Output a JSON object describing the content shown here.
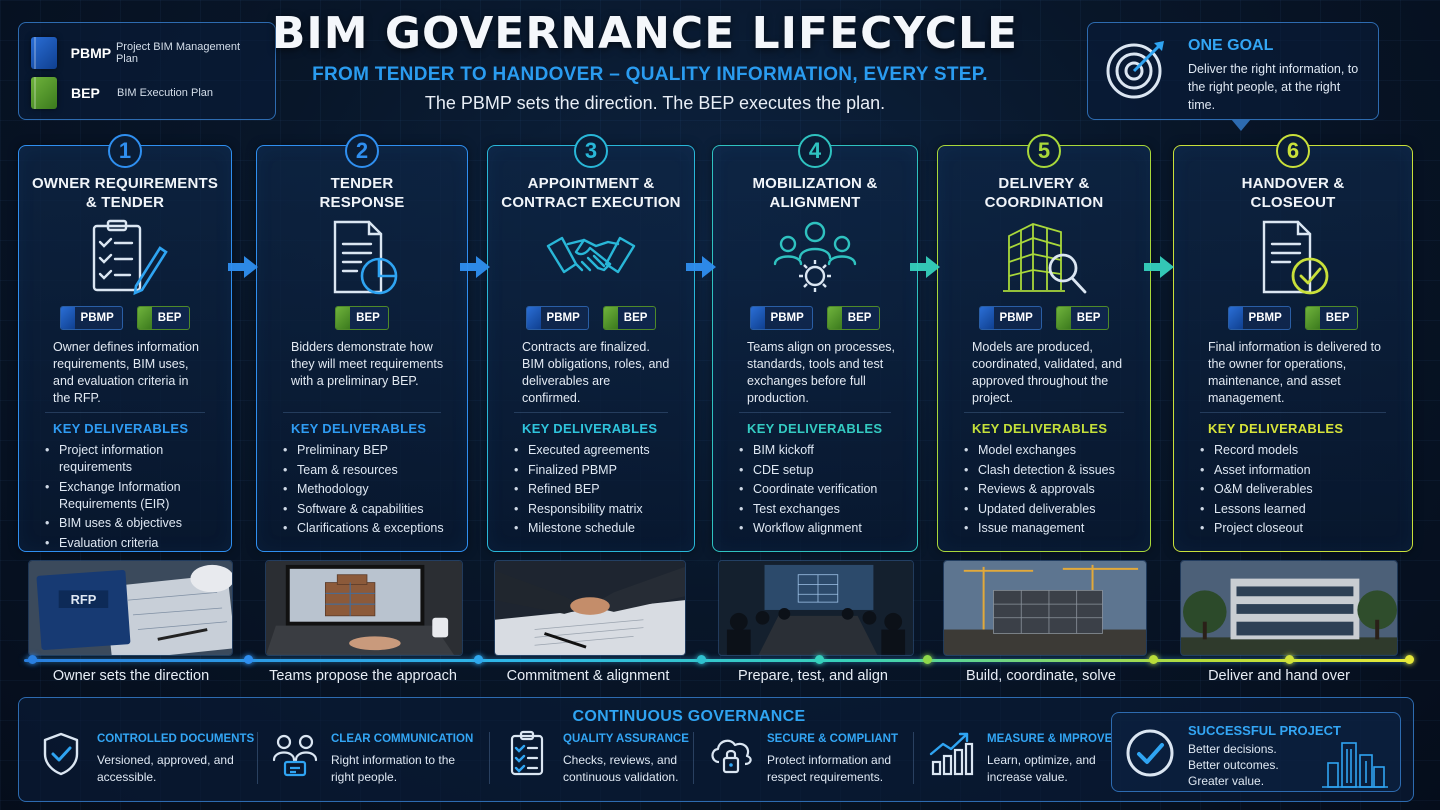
{
  "legend": [
    {
      "abbr": "PBMP",
      "desc": "Project BIM Management Plan",
      "color": "#1f5fc4"
    },
    {
      "abbr": "BEP",
      "desc": "BIM Execution Plan",
      "color": "#5aa02f"
    }
  ],
  "header": {
    "title": "BIM GOVERNANCE LIFECYCLE",
    "subtitle": "FROM TENDER TO HANDOVER – QUALITY INFORMATION, EVERY STEP.",
    "tagline": "The PBMP sets the direction. The BEP executes the plan."
  },
  "goal": {
    "title": "ONE GOAL",
    "text": "Deliver the right information, to the right people, at the right time.",
    "icon": "target-icon"
  },
  "tag_labels": {
    "pbmp": "PBMP",
    "bep": "BEP"
  },
  "key_deliverables_label": "KEY DELIVERABLES",
  "phases": [
    {
      "num": "1",
      "title_1": "OWNER REQUIREMENTS",
      "title_2": "& TENDER",
      "color": "#2f8ff0",
      "kd_color": "#2f9cf3",
      "icon": "clipboard-checklist-icon",
      "tags": [
        "pbmp",
        "bep"
      ],
      "desc": "Owner defines information requirements, BIM uses, and evaluation criteria in the RFP.",
      "deliverables": [
        "Project information requirements",
        "Exchange Information Requirements (EIR)",
        "BIM uses & objectives",
        "Evaluation criteria"
      ],
      "photo": "rfp-document-photo",
      "timeline_label": "Owner sets the direction"
    },
    {
      "num": "2",
      "title_1": "TENDER",
      "title_2": "RESPONSE",
      "color": "#2f8ff0",
      "kd_color": "#2f9cf3",
      "icon": "document-pie-chart-icon",
      "tags": [
        "bep"
      ],
      "desc": "Bidders demonstrate how they will meet requirements with a preliminary BEP.",
      "deliverables": [
        "Preliminary BEP",
        "Team & resources",
        "Methodology",
        "Software & capabilities",
        "Clarifications & exceptions"
      ],
      "photo": "laptop-bim-model-photo",
      "timeline_label": "Teams propose the approach"
    },
    {
      "num": "3",
      "title_1": "APPOINTMENT &",
      "title_2": "CONTRACT EXECUTION",
      "color": "#29b7d8",
      "kd_color": "#2fc4dc",
      "icon": "handshake-icon",
      "tags": [
        "pbmp",
        "bep"
      ],
      "desc": "Contracts are finalized. BIM obligations, roles, and deliverables are confirmed.",
      "deliverables": [
        "Executed agreements",
        "Finalized PBMP",
        "Refined BEP",
        "Responsibility matrix",
        "Milestone schedule"
      ],
      "photo": "handshake-contract-photo",
      "timeline_label": "Commitment & alignment"
    },
    {
      "num": "4",
      "title_1": "MOBILIZATION &",
      "title_2": "ALIGNMENT",
      "color": "#2fc2c0",
      "kd_color": "#34cbc2",
      "icon": "team-gear-icon",
      "tags": [
        "pbmp",
        "bep"
      ],
      "desc": "Teams align on processes, standards, tools and test exchanges before full production.",
      "deliverables": [
        "BIM kickoff",
        "CDE setup",
        "Coordinate verification",
        "Test exchanges",
        "Workflow alignment"
      ],
      "photo": "meeting-room-photo",
      "timeline_label": "Prepare, test, and align"
    },
    {
      "num": "5",
      "title_1": "DELIVERY &",
      "title_2": "COORDINATION",
      "color": "#a9d83a",
      "kd_color": "#c4e03a",
      "icon": "building-magnifier-icon",
      "tags": [
        "pbmp",
        "bep"
      ],
      "desc": "Models are produced, coordinated, validated, and approved throughout the project.",
      "deliverables": [
        "Model exchanges",
        "Clash detection & issues",
        "Reviews & approvals",
        "Updated deliverables",
        "Issue management"
      ],
      "photo": "construction-site-photo",
      "timeline_label": "Build, coordinate, solve"
    },
    {
      "num": "6",
      "title_1": "HANDOVER &",
      "title_2": "CLOSEOUT",
      "color": "#c9e03a",
      "kd_color": "#d7e43a",
      "icon": "document-checkmark-icon",
      "tags": [
        "pbmp",
        "bep"
      ],
      "desc": "Final information is delivered to the owner for operations, maintenance, and asset management.",
      "deliverables": [
        "Record models",
        "Asset information",
        "O&M deliverables",
        "Lessons learned",
        "Project closeout"
      ],
      "photo": "finished-building-photo",
      "timeline_label": "Deliver and hand over"
    }
  ],
  "governance": {
    "title": "CONTINUOUS GOVERNANCE",
    "items": [
      {
        "title": "CONTROLLED DOCUMENTS",
        "text": "Versioned, approved, and accessible.",
        "icon": "shield-check-icon"
      },
      {
        "title": "CLEAR COMMUNICATION",
        "text": "Right information to the right people.",
        "icon": "people-chat-icon"
      },
      {
        "title": "QUALITY ASSURANCE",
        "text": "Checks, reviews, and continuous validation.",
        "icon": "checklist-icon"
      },
      {
        "title": "SECURE & COMPLIANT",
        "text": "Protect information and respect requirements.",
        "icon": "cloud-lock-icon"
      },
      {
        "title": "MEASURE & IMPROVE",
        "text": "Learn, optimize, and increase value.",
        "icon": "growth-chart-icon"
      }
    ],
    "success": {
      "title": "SUCCESSFUL PROJECT",
      "lines": [
        "Better decisions.",
        "Better outcomes.",
        "Greater value."
      ],
      "icon": "checkmark-circle-icon"
    }
  }
}
